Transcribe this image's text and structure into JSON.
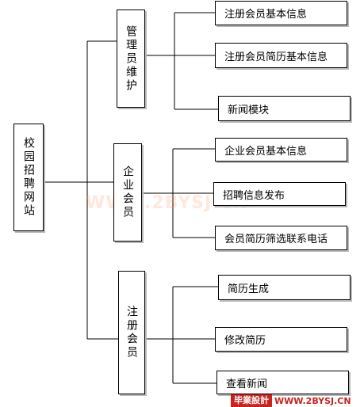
{
  "root": {
    "label": "校园招聘网站"
  },
  "groups": [
    {
      "label": "管理员维护",
      "children": [
        "注册会员基本信息",
        "注册会员简历基本信息",
        "新闻模块"
      ]
    },
    {
      "label": "企业会员",
      "children": [
        "企业会员基本信息",
        "招聘信息发布",
        "会员简历筛选联系电话"
      ]
    },
    {
      "label": "注册会员",
      "children": [
        "简历生成",
        "修改简历",
        "查看新闻"
      ]
    }
  ],
  "watermark": {
    "text": "WWW.2BYSJ.CN"
  },
  "logo": {
    "left_text": "毕業設計",
    "right_text": "WWW.2BYSJ.CN"
  },
  "colors": {
    "line": "#000000",
    "watermark": "#ff965a",
    "logo": "#c9231f"
  }
}
